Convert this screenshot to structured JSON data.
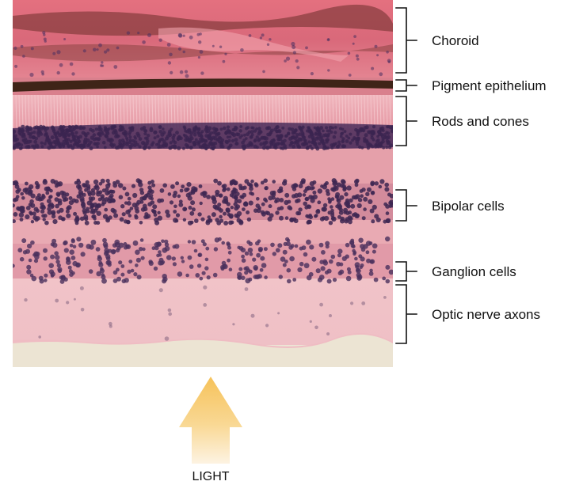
{
  "layers": [
    {
      "label": "Choroid"
    },
    {
      "label": "Pigment epithelium"
    },
    {
      "label": "Rods and cones"
    },
    {
      "label": "Bipolar cells"
    },
    {
      "label": "Ganglion cells"
    },
    {
      "label": "Optic nerve axons"
    }
  ],
  "light": {
    "label": "LIGHT"
  },
  "colors": {
    "choroid": "#e07a88",
    "pigment": "#4a2a1e",
    "tissue_pink": "#e8a1ab",
    "nuclei": "#3e2750",
    "background_gel": "#ede6d6",
    "arrow_top": "#f6c35a",
    "arrow_bottom": "#fbeed2"
  }
}
